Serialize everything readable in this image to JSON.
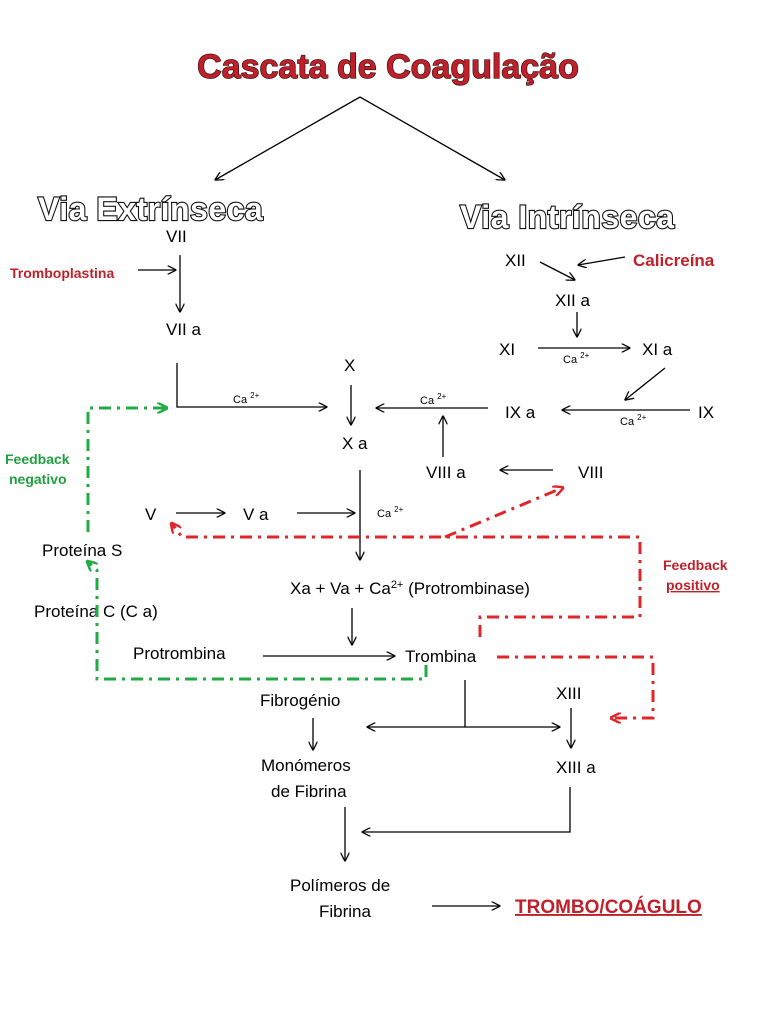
{
  "title": "Cascata de Coagulação",
  "paths": {
    "extrinsic": "Via Extrínseca",
    "intrinsic": "Via Intrínseca"
  },
  "nodes": {
    "vii": "VII",
    "tromboplastina": "Tromboplastina",
    "vii_a": "VII a",
    "xii": "XII",
    "calicreina": "Calicreína",
    "xii_a": "XII a",
    "xi": "XI",
    "xi_a": "XI a",
    "x": "X",
    "ix_a": "IX a",
    "ix": "IX",
    "x_a": "X a",
    "viii_a": "VIII a",
    "viii": "VIII",
    "v": "V",
    "v_a": "V a",
    "xa_va_ca_prefix": "Xa + Va + Ca",
    "xa_va_ca_sup": "2+",
    "xa_va_ca_suffix": " (Protrombinase)",
    "proteina_s": "Proteína S",
    "proteina_c": "Proteína C (C a)",
    "protrombina": "Protrombina",
    "trombina": "Trombina",
    "fibrogenio": "Fibrogénio",
    "xiii": "XIII",
    "xiii_a": "XIII a",
    "monomeros_1": "Monómeros",
    "monomeros_2": "de Fibrina",
    "polimeros_1": "Polímeros de",
    "polimeros_2": "Fibrina",
    "trombo": "TROMBO/COÁGULO"
  },
  "calcium": {
    "label": "Ca",
    "sup": "2+"
  },
  "feedback": {
    "negative_1": "Feedback",
    "negative_2": "negativo",
    "positive_1": "Feedback",
    "positive_2": "positivo"
  },
  "colors": {
    "accent_red": "#c0202a",
    "dash_red": "#e0262a",
    "dash_green": "#22aa44"
  }
}
